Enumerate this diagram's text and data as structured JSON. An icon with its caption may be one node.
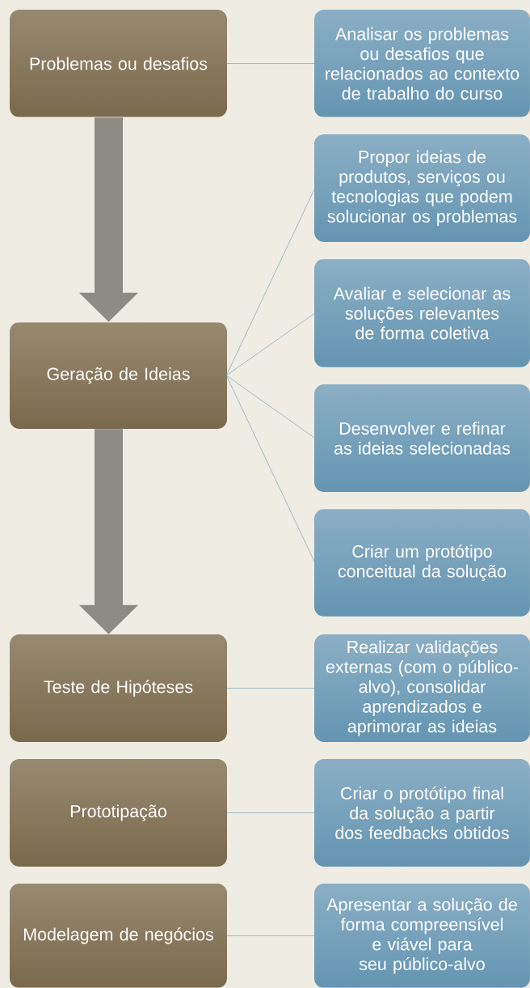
{
  "diagram": {
    "nodes": [
      {
        "text": [
          "Problemas ou desafios"
        ]
      },
      {
        "text": [
          "Analisar os problemas ou desafios que relacionados ao contexto de trabalho do curso"
        ]
      },
      {
        "text": [
          "Propor ideias de produtos, serviços ou tecnologias que podem solucionar os problemas"
        ]
      },
      {
        "text": [
          "Avaliar e selecionar as soluções relevantes de forma coletiva"
        ]
      },
      {
        "text": [
          "Geração de Ideias"
        ]
      },
      {
        "text": [
          "Desenvolver e refinar as ideias selecionadas"
        ]
      },
      {
        "text": [
          "Criar um protótipo conceitual da solução"
        ]
      },
      {
        "text": [
          "Teste de Hipóteses"
        ]
      },
      {
        "text": [
          "Realizar validações externas (com o público-alvo), consolidar aprendizados e aprimorar as ideias"
        ]
      },
      {
        "text": [
          "Prototipação"
        ]
      },
      {
        "text": [
          "Criar o protótipo final da solução a partir dos feedbacks obtidos"
        ]
      },
      {
        "text": [
          "Modelagem de negócios"
        ]
      },
      {
        "text": [
          "Apresentar a solução de forma compreensível e viável para seu público-alvo"
        ]
      }
    ],
    "edges": [
      {
        "from": 0,
        "to": 1,
        "arrow": "none"
      },
      {
        "from": 4,
        "to": 2,
        "arrow": "none"
      },
      {
        "from": 4,
        "to": 3,
        "arrow": "none"
      },
      {
        "from": 4,
        "to": 5,
        "arrow": "none"
      },
      {
        "from": 4,
        "to": 6,
        "arrow": "none"
      },
      {
        "from": 7,
        "to": 8,
        "arrow": "none"
      },
      {
        "from": 9,
        "to": 10,
        "arrow": "none"
      },
      {
        "from": 11,
        "to": 12,
        "arrow": "none"
      },
      {
        "from": 0,
        "to": 4,
        "arrow": "to",
        "style": "thick",
        "color": "#8c8c84"
      },
      {
        "from": 4,
        "to": 7,
        "arrow": "to",
        "style": "thick",
        "color": "#8c8c84"
      }
    ]
  }
}
